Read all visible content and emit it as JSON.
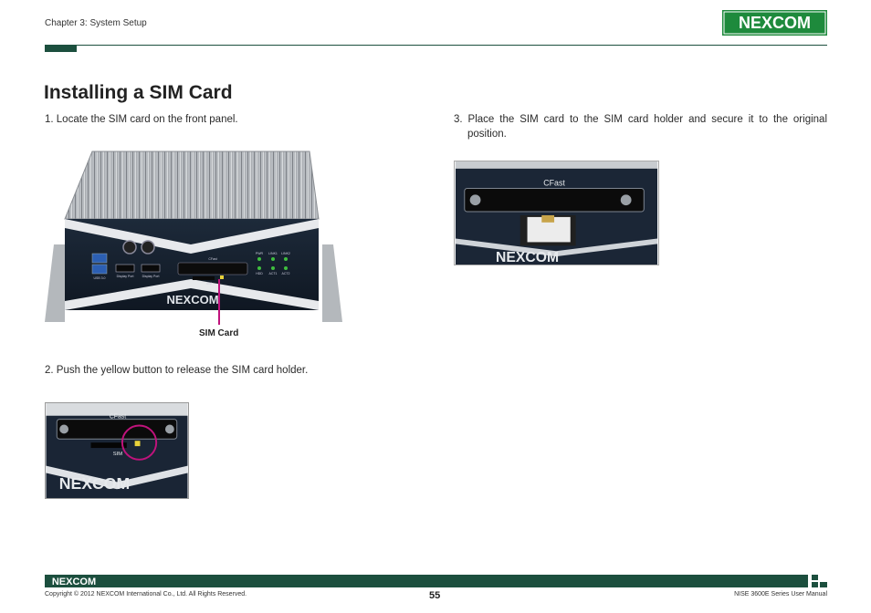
{
  "header": {
    "chapter": "Chapter 3: System Setup",
    "logo_text": "NEXCOM",
    "brand_color": "#1c4f3e",
    "logo_green": "#1e8a3c"
  },
  "title": "Installing a SIM Card",
  "steps": [
    "1. Locate the SIM card on the front panel.",
    "2. Push the yellow button to release the SIM card holder.",
    "3. Place the SIM card to the SIM card holder and secure it to the original position."
  ],
  "photo1": {
    "callout": "SIM Card",
    "port_labels": [
      "USB 3.0",
      "Display Port",
      "Display Port"
    ],
    "slot_label": "CFast",
    "sim_label": "SIM",
    "led_labels_top": [
      "PWR",
      "LINK1",
      "LINK2"
    ],
    "led_labels_bottom": [
      "HDD",
      "ACT1",
      "ACT2"
    ],
    "logo_text": "NEXCOM"
  },
  "photo2": {
    "slot_label": "CFast",
    "sim_label": "SIM",
    "logo_text": "NEXCOM"
  },
  "photo3": {
    "slot_label": "CFast",
    "logo_text": "NEXCOM"
  },
  "footer": {
    "logo_text": "NEXCOM",
    "copyright": "Copyright © 2012 NEXCOM International Co., Ltd. All Rights Reserved.",
    "page": "55",
    "manual": "NISE 3600E Series User Manual"
  }
}
